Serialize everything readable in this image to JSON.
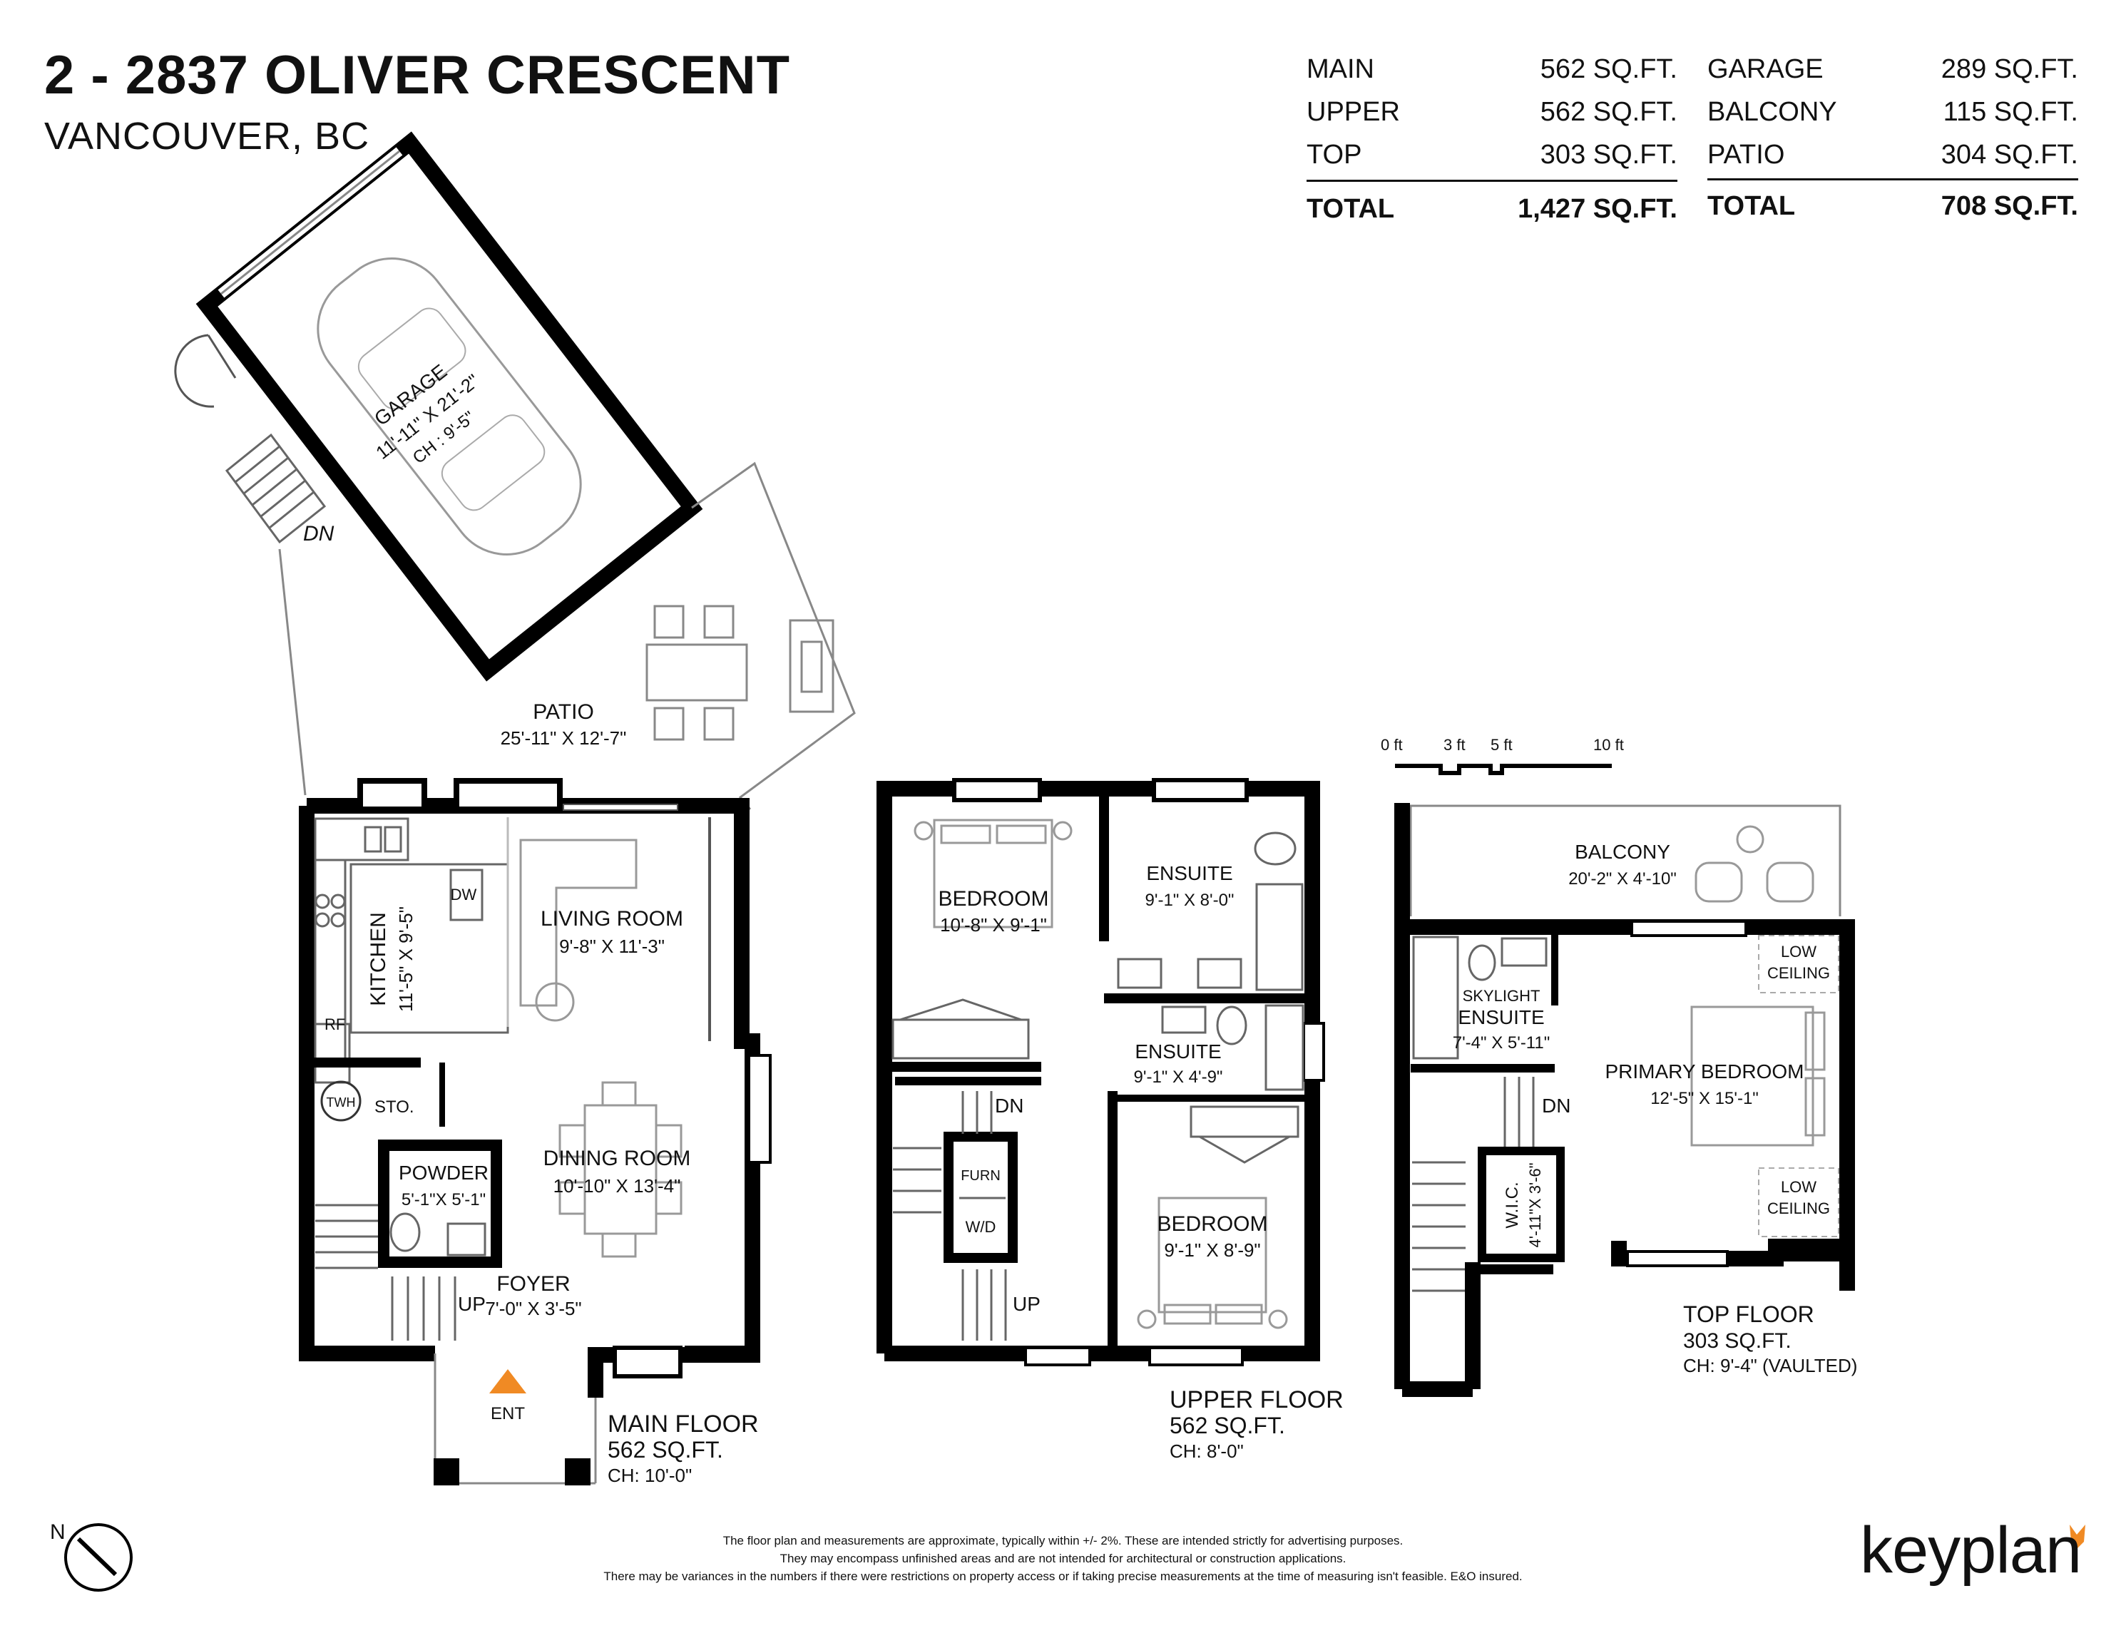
{
  "header": {
    "title": "2 - 2837 OLIVER CRESCENT",
    "subtitle": "VANCOUVER, BC"
  },
  "areas_left": {
    "rows": [
      {
        "label": "MAIN",
        "value": "562 SQ.FT."
      },
      {
        "label": "UPPER",
        "value": "562 SQ.FT."
      },
      {
        "label": "TOP",
        "value": "303 SQ.FT."
      }
    ],
    "total_label": "TOTAL",
    "total_value": "1,427 SQ.FT."
  },
  "areas_right": {
    "rows": [
      {
        "label": "GARAGE",
        "value": "289 SQ.FT."
      },
      {
        "label": "BALCONY",
        "value": "115 SQ.FT."
      },
      {
        "label": "PATIO",
        "value": "304 SQ.FT."
      }
    ],
    "total_label": "TOTAL",
    "total_value": "708 SQ.FT."
  },
  "garage": {
    "name": "GARAGE",
    "dims": "11'-11\" X 21'-2\"",
    "ch": "CH : 9'-5\"",
    "stair": "DN"
  },
  "patio": {
    "name": "PATIO",
    "dims": "25'-11\" X 12'-7\""
  },
  "main_floor": {
    "title": "MAIN FLOOR",
    "area": "562 SQ.FT.",
    "ch": "CH: 10'-0\"",
    "kitchen": {
      "name": "KITCHEN",
      "dims": "11'-5\" X 9'-5\""
    },
    "living": {
      "name": "LIVING ROOM",
      "dims": "9'-8\" X 11'-3\""
    },
    "dining": {
      "name": "DINING ROOM",
      "dims": "10'-10\" X 13'-4\""
    },
    "powder": {
      "name": "POWDER",
      "dims": "5'-1\"X 5'-1\""
    },
    "foyer": {
      "name": "FOYER",
      "dims": "7'-0\" X 3'-5\""
    },
    "sto": "STO.",
    "twh": "TWH",
    "dw": "DW",
    "rf": "RF",
    "up": "UP",
    "ent": "ENT"
  },
  "upper_floor": {
    "title": "UPPER FLOOR",
    "area": "562 SQ.FT.",
    "ch": "CH: 8'-0\"",
    "bedroom1": {
      "name": "BEDROOM",
      "dims": "10'-8\" X 9'-1\""
    },
    "ensuite1": {
      "name": "ENSUITE",
      "dims": "9'-1\" X 8'-0\""
    },
    "ensuite2": {
      "name": "ENSUITE",
      "dims": "9'-1\" X 4'-9\""
    },
    "bedroom2": {
      "name": "BEDROOM",
      "dims": "9'-1\" X 8'-9\""
    },
    "furn": "FURN",
    "wd": "W/D",
    "dn": "DN",
    "up": "UP"
  },
  "top_floor": {
    "title": "TOP FLOOR",
    "area": "303 SQ.FT.",
    "ch": "CH: 9'-4\" (VAULTED)",
    "balcony": {
      "name": "BALCONY",
      "dims": "20'-2\" X 4'-10\""
    },
    "skylight": "SKYLIGHT",
    "ensuite": {
      "name": "ENSUITE",
      "dims": "7'-4\" X 5'-11\""
    },
    "primary": {
      "name": "PRIMARY BEDROOM",
      "dims": "12'-5\" X 15'-1\""
    },
    "low_ceiling_1a": "LOW",
    "low_ceiling_1b": "CEILING",
    "low_ceiling_2a": "LOW",
    "low_ceiling_2b": "CEILING",
    "wic": {
      "name": "W.I.C.",
      "dims": "4'-11\"X 3'-6\""
    },
    "dn": "DN"
  },
  "scale": {
    "labels": [
      "0 ft",
      "3 ft",
      "5 ft",
      "10 ft"
    ]
  },
  "compass": {
    "label": "N"
  },
  "disclaimer": [
    "The floor plan and measurements are approximate, typically within +/- 2%. These are intended strictly for advertising purposes.",
    "They may encompass unfinished areas and are not intended for architectural or construction applications.",
    "There may be variances in the numbers if there were restrictions on property access or if taking precise measurements at the time of measuring isn't feasible. E&O insured."
  ],
  "brand": {
    "name": "keyplan",
    "accent": "#f08a24"
  },
  "colors": {
    "wall": "#000000",
    "fixture": "#999999",
    "entry_marker": "#f08a24"
  }
}
